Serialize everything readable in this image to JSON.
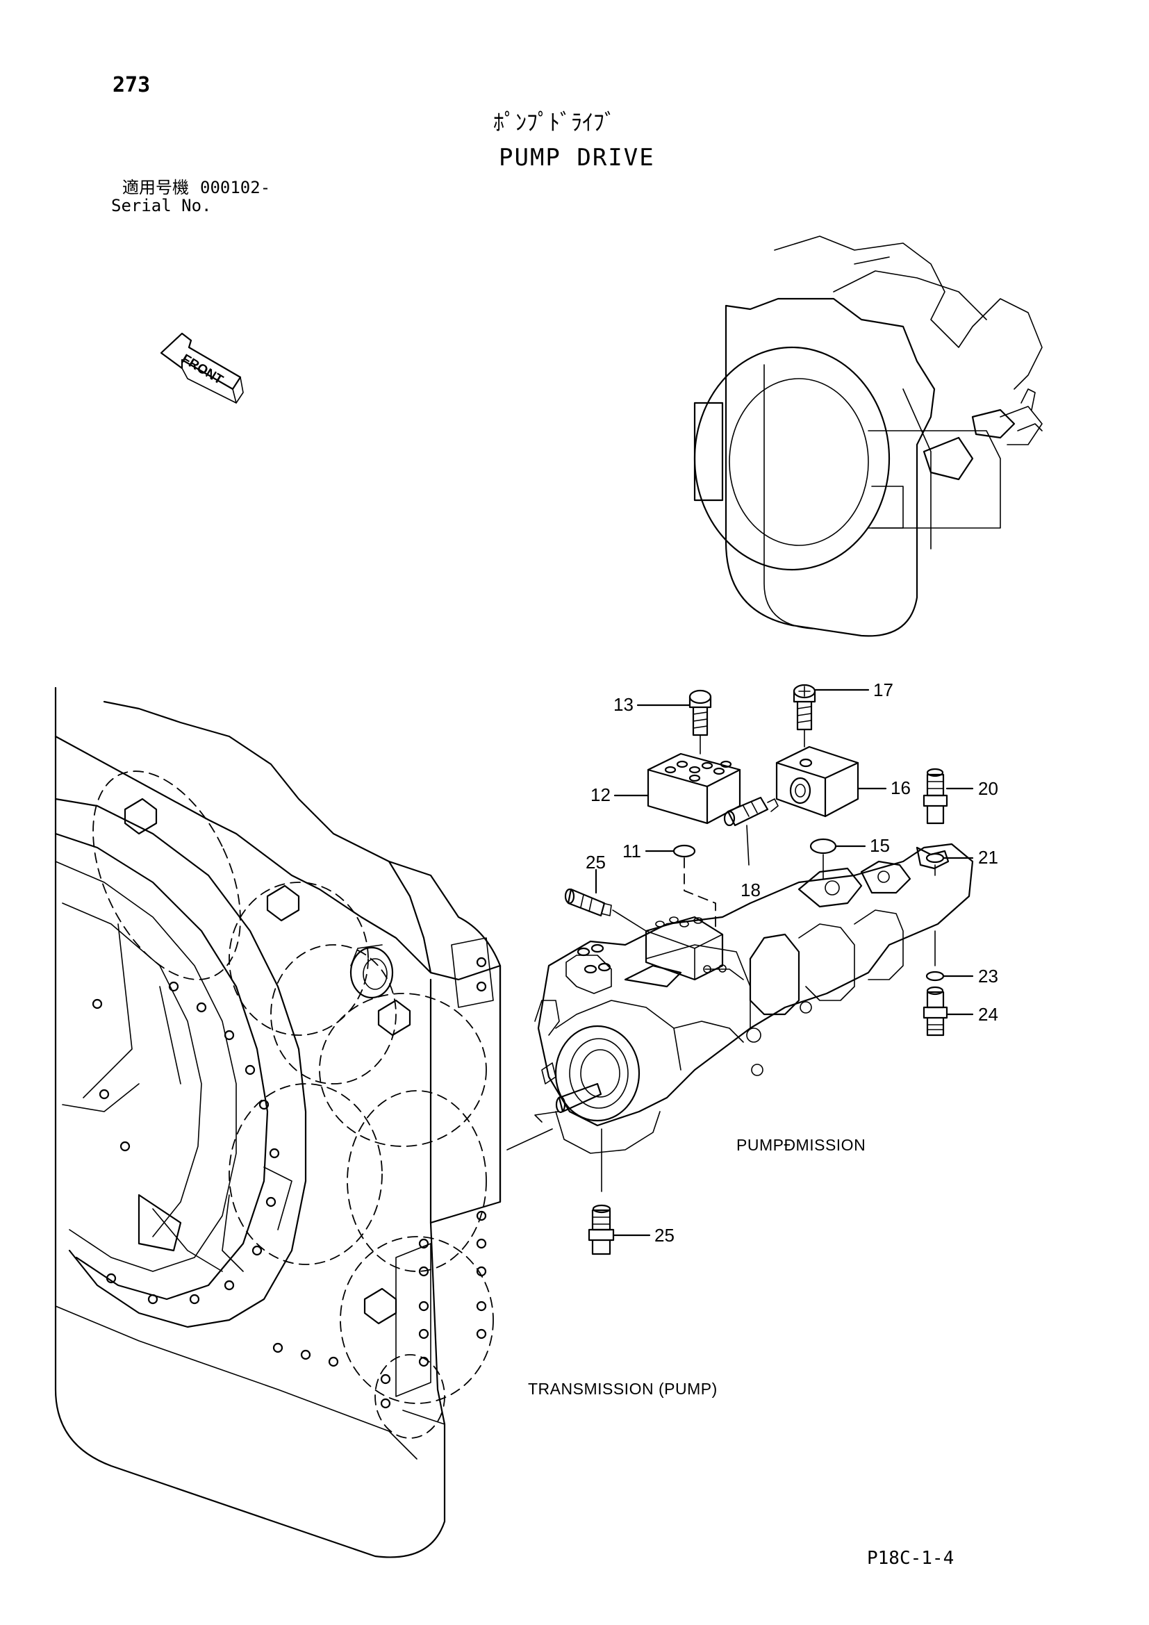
{
  "header": {
    "page_number": "273",
    "title_japanese": "ﾎﾟﾝﾌﾟﾄﾞﾗｲﾌﾞ",
    "title_english": "PUMP DRIVE",
    "serial_label_japanese": "適用号機",
    "serial_number": "000102-",
    "serial_label_english": "Serial No."
  },
  "orientation": {
    "front_arrow_label": "FRONT"
  },
  "callouts": [
    {
      "id": "c13",
      "text": "13"
    },
    {
      "id": "c17",
      "text": "17"
    },
    {
      "id": "c12",
      "text": "12"
    },
    {
      "id": "c16",
      "text": "16"
    },
    {
      "id": "c20",
      "text": "20"
    },
    {
      "id": "c11",
      "text": "11"
    },
    {
      "id": "c15",
      "text": "15"
    },
    {
      "id": "c21",
      "text": "21"
    },
    {
      "id": "c25a",
      "text": "25"
    },
    {
      "id": "c18",
      "text": "18"
    },
    {
      "id": "c23",
      "text": "23"
    },
    {
      "id": "c24",
      "text": "24"
    },
    {
      "id": "c25b",
      "text": "25"
    }
  ],
  "assembly_labels": {
    "pump_transmission": "PUMPÐMISSION",
    "transmission_pump": "TRANSMISSION (PUMP)"
  },
  "footer": {
    "drawing_code": "P18C-1-4"
  }
}
